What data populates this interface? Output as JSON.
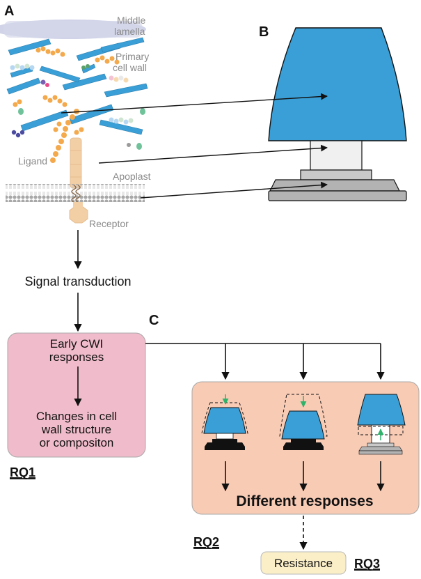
{
  "panels": {
    "a": "A",
    "b": "B",
    "c": "C"
  },
  "panel_a": {
    "middle_lamella_line1": "Middle",
    "middle_lamella_line2": "lamella",
    "primary_wall_line1": "Primary",
    "primary_wall_line2": "cell wall",
    "ligand": "Ligand",
    "apoplast": "Apoplast",
    "receptor": "Receptor"
  },
  "flow": {
    "signal_transduction": "Signal transduction",
    "early_cwi_line1": "Early CWI",
    "early_cwi_line2": "responses",
    "changes_line1": "Changes in cell",
    "changes_line2": "wall structure",
    "changes_line3": "or compositon",
    "different_responses": "Different responses",
    "resistance": "Resistance"
  },
  "research_questions": {
    "rq1": "RQ1",
    "rq2": "RQ2",
    "rq3": "RQ3"
  },
  "colors": {
    "wall_blue": "#3a9fd6",
    "pink_box": "#f0bccb",
    "salmon_box": "#f8cbb5",
    "resistance_box": "#fbefc8",
    "membrane_grey": "#a8a8a8",
    "receptor_tan": "#f3cfa6",
    "arrow_green": "#2fb36b"
  }
}
